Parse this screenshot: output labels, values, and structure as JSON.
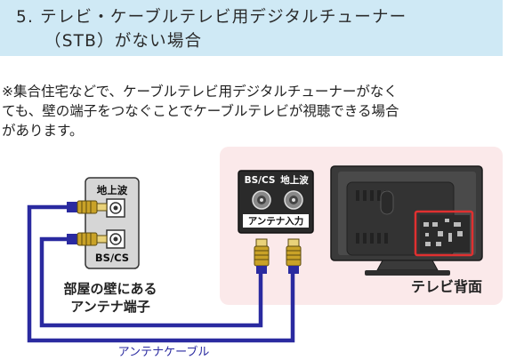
{
  "heading": {
    "line1": "5.  テレビ・ケーブルテレビ用デジタルチューナー",
    "line2": "（STB）がない場合"
  },
  "description": {
    "line1": "※集合住宅などで、ケーブルテレビ用デジタルチューナーがなく",
    "line2": "ても、壁の端子をつなぐことでケーブルテレビが視聴できる場合",
    "line3": "があります。"
  },
  "diagram": {
    "wall_outlet": {
      "top_label": "地上波",
      "bottom_label": "BS/CS",
      "caption_line1": "部屋の壁にある",
      "caption_line2": "アンテナ端子"
    },
    "tv_input": {
      "label_left": "BS/CS",
      "label_right": "地上波",
      "caption": "アンテナ入力"
    },
    "tv_back_label": "テレビ背面",
    "cable_label": "アンテナケーブル"
  },
  "colors": {
    "heading_bg": "#cfe9f5",
    "cable": "#2a2aa0",
    "connector": "#c9a227",
    "highlight": "#e03030",
    "panel_bg": "#fbe9ea"
  }
}
